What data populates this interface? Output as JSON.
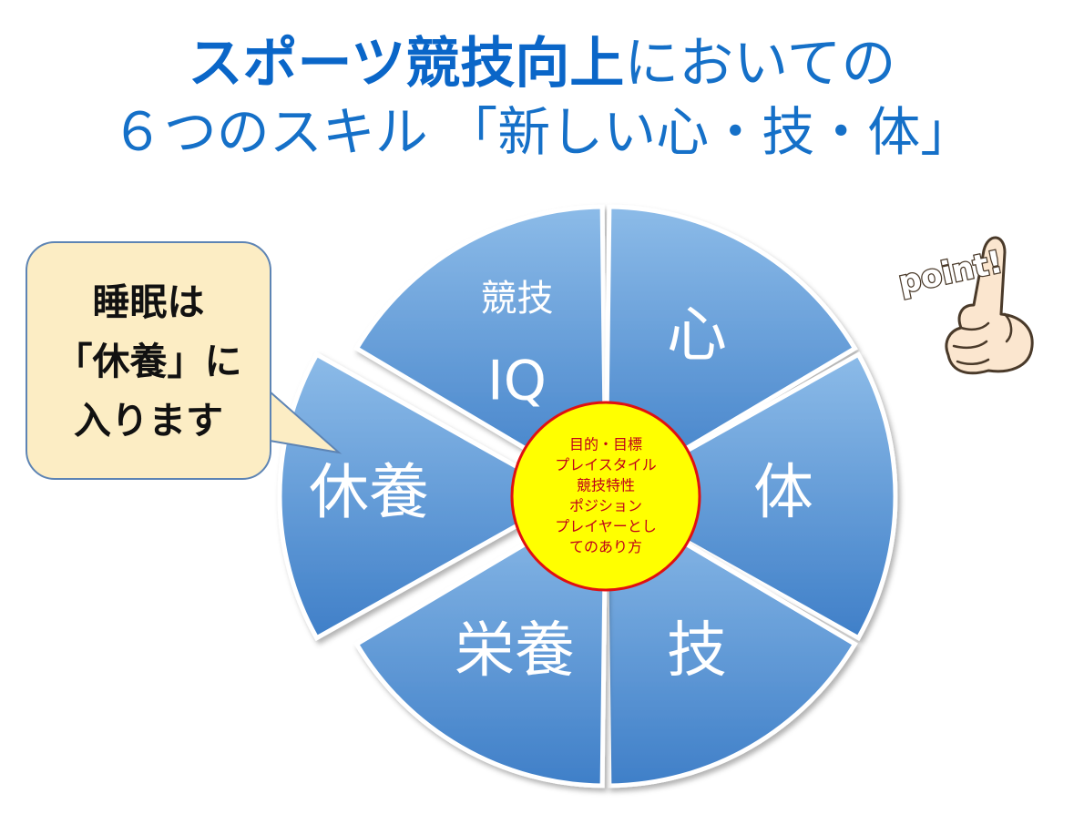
{
  "title": {
    "line1_emphasis": "スポーツ競技向上",
    "line1_rest": "においての",
    "line2": "６つのスキル 「新しい心・技・体」"
  },
  "segments": [
    {
      "id": "iq",
      "lines": [
        "競技",
        "IQ"
      ]
    },
    {
      "id": "mind",
      "lines": [
        "心"
      ]
    },
    {
      "id": "body",
      "lines": [
        "体"
      ]
    },
    {
      "id": "skill",
      "lines": [
        "技"
      ]
    },
    {
      "id": "nutrition",
      "lines": [
        "栄養"
      ]
    },
    {
      "id": "rest",
      "lines": [
        "休養"
      ],
      "exploded": true
    }
  ],
  "center": {
    "lines": [
      "目的・目標",
      "プレイスタイル",
      "競技特性",
      "ポジション",
      "プレイヤーとし",
      "てのあり方"
    ]
  },
  "callout": {
    "lines": [
      "睡眠は",
      "「休養」に",
      "入ります"
    ]
  },
  "point_badge": {
    "text": "point!"
  },
  "colors": {
    "title": "#1570c8",
    "segment_light": "#8cbbe8",
    "segment_dark": "#3f7fc8",
    "center_fill": "#ffff00",
    "center_border": "#e01010",
    "center_text": "#c0001a",
    "callout_fill": "#fcedc4",
    "callout_border": "#5d84b4"
  }
}
